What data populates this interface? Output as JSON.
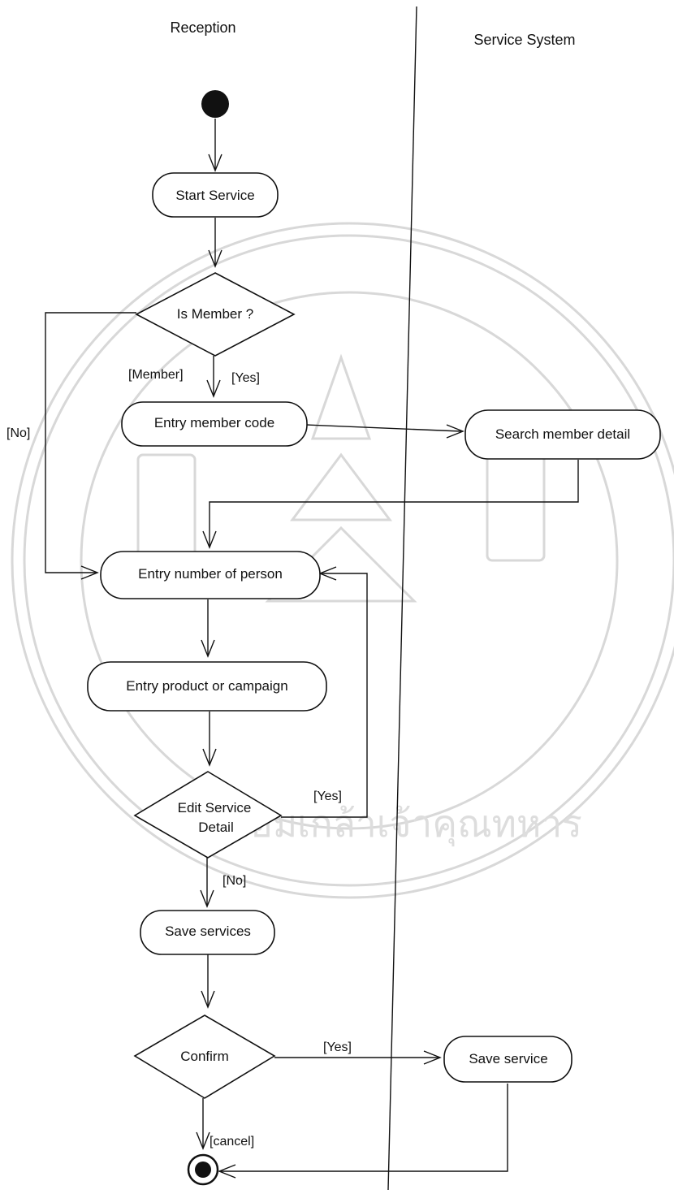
{
  "lanes": {
    "left": "Reception",
    "right": "Service System"
  },
  "nodes": {
    "start_service": "Start Service",
    "is_member": "Is Member ?",
    "entry_member_code": "Entry member code",
    "search_member_detail": "Search member detail",
    "entry_number_of_person": "Entry number of person",
    "entry_product_or_campaign": "Entry product or campaign",
    "edit_service_detail_line1": "Edit Service",
    "edit_service_detail_line2": "Detail",
    "save_services": "Save services",
    "confirm": "Confirm",
    "save_service": "Save service"
  },
  "guards": {
    "member": "[Member]",
    "yes_member": "[Yes]",
    "no_member": "[No]",
    "yes_edit": "[Yes]",
    "no_edit": "[No]",
    "yes_confirm": "[Yes]",
    "cancel": "[cancel]"
  },
  "watermark": {
    "text": "ลอมเกล้าเจ้าคุณทหาร"
  }
}
